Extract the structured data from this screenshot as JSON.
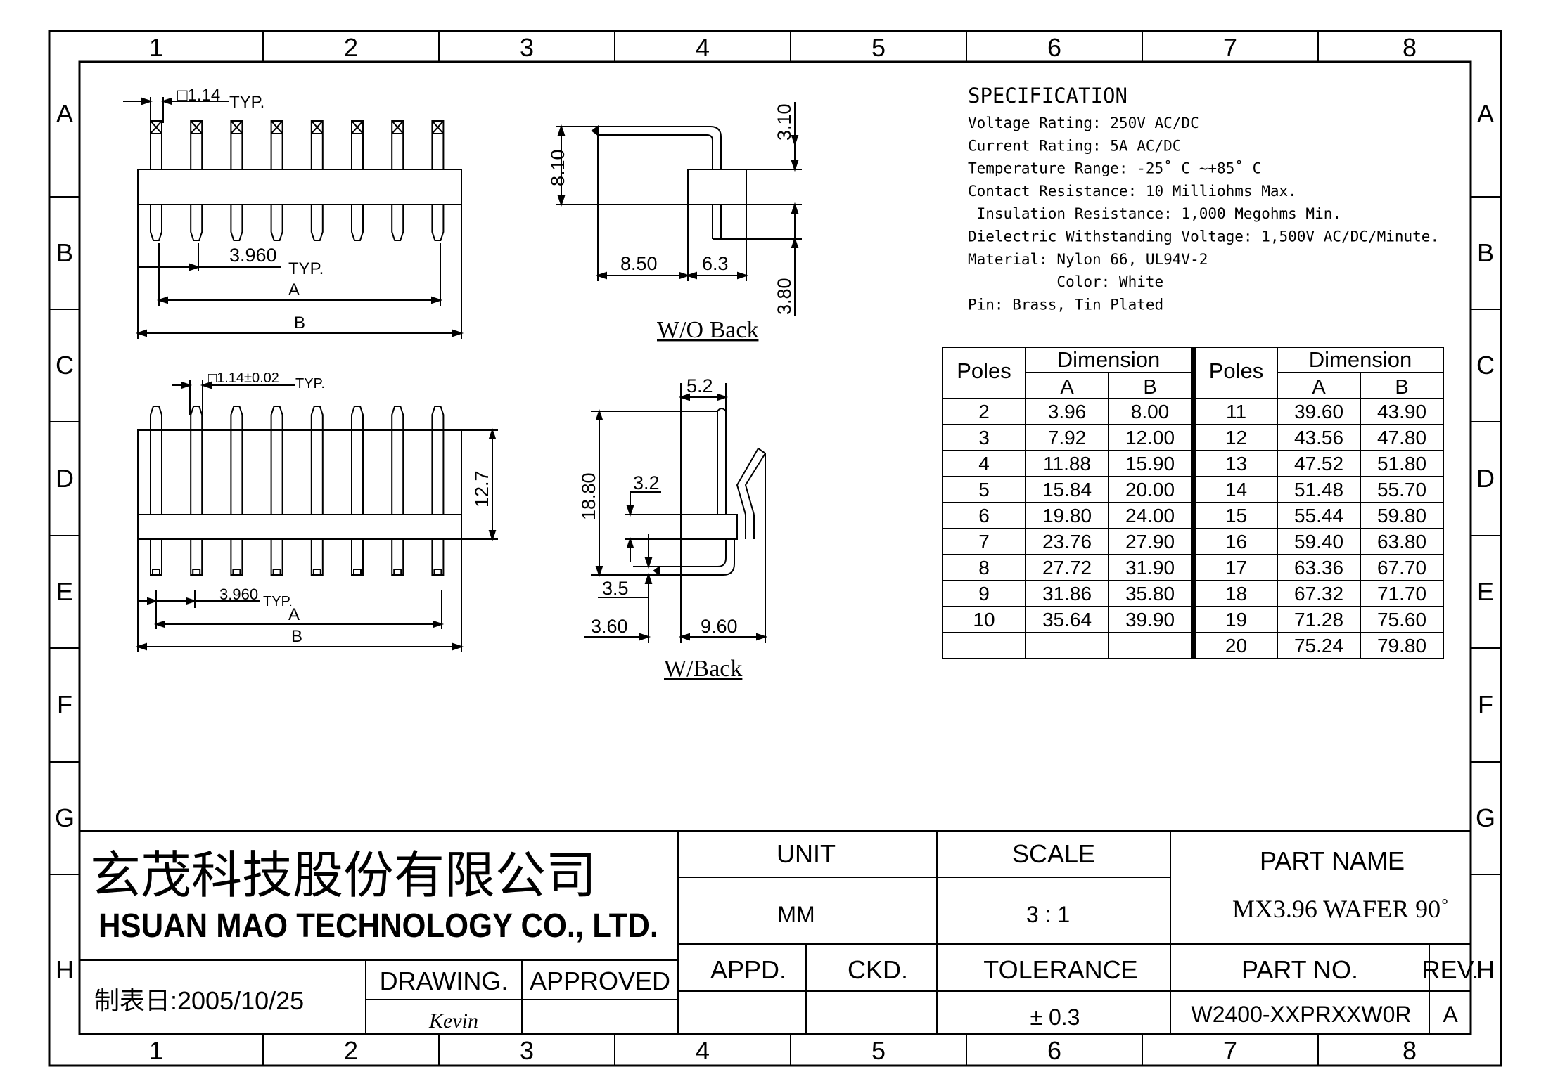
{
  "grid": {
    "columns": [
      "1",
      "2",
      "3",
      "4",
      "5",
      "6",
      "7",
      "8"
    ],
    "rows": [
      "A",
      "B",
      "C",
      "D",
      "E",
      "F",
      "G",
      "H"
    ]
  },
  "views": {
    "front_top": {
      "pin_square": "□1.14",
      "pin_square_typ": "TYP.",
      "pitch": "3.960",
      "pitch_typ": "TYP.",
      "dim_a": "A",
      "dim_b": "B"
    },
    "side_top": {
      "height": "8.10",
      "top": "3.10",
      "bottom": "3.80",
      "length": "8.50",
      "width": "6.3",
      "caption": "W/O Back"
    },
    "front_bottom": {
      "pin_square": "□1.14±0.02",
      "pin_square_typ": "TYP.",
      "height": "12.7",
      "pitch": "3.960",
      "pitch_typ": "TYP.",
      "dim_a": "A",
      "dim_b": "B"
    },
    "side_bottom": {
      "top_width": "5.2",
      "height": "18.80",
      "mid": "3.2",
      "low": "3.5",
      "left": "3.60",
      "right": "9.60",
      "caption": "W/Back"
    }
  },
  "specification": {
    "title": "SPECIFICATION",
    "lines": [
      "Voltage Rating: 250V AC/DC",
      "Current Rating: 5A AC/DC",
      "Temperature Range: -25˚ C ~+85˚ C",
      "Contact Resistance: 10 Milliohms Max.",
      " Insulation Resistance: 1,000 Megohms Min.",
      "Dielectric Withstanding Voltage: 1,500V AC/DC/Minute.",
      "Material: Nylon 66, UL94V-2",
      "          Color: White",
      "Pin: Brass, Tin Plated"
    ]
  },
  "dimension_table": {
    "poles_header": "Poles",
    "dimension_header": "Dimension",
    "col_a": "A",
    "col_b": "B",
    "left_rows": [
      [
        "2",
        "3.96",
        "8.00"
      ],
      [
        "3",
        "7.92",
        "12.00"
      ],
      [
        "4",
        "11.88",
        "15.90"
      ],
      [
        "5",
        "15.84",
        "20.00"
      ],
      [
        "6",
        "19.80",
        "24.00"
      ],
      [
        "7",
        "23.76",
        "27.90"
      ],
      [
        "8",
        "27.72",
        "31.90"
      ],
      [
        "9",
        "31.86",
        "35.80"
      ],
      [
        "10",
        "35.64",
        "39.90"
      ],
      [
        "",
        "",
        ""
      ]
    ],
    "right_rows": [
      [
        "11",
        "39.60",
        "43.90"
      ],
      [
        "12",
        "43.56",
        "47.80"
      ],
      [
        "13",
        "47.52",
        "51.80"
      ],
      [
        "14",
        "51.48",
        "55.70"
      ],
      [
        "15",
        "55.44",
        "59.80"
      ],
      [
        "16",
        "59.40",
        "63.80"
      ],
      [
        "17",
        "63.36",
        "67.70"
      ],
      [
        "18",
        "67.32",
        "71.70"
      ],
      [
        "19",
        "71.28",
        "75.60"
      ],
      [
        "20",
        "75.24",
        "79.80"
      ]
    ]
  },
  "title_block": {
    "company_cn": "玄茂科技股份有限公司",
    "company_en": "HSUAN MAO TECHNOLOGY CO., LTD.",
    "date_label": "制表日:2005/10/25",
    "drawing_label": "DRAWING.",
    "approved_label": "APPROVED",
    "drawing_signature": "Kevin",
    "unit_label": "UNIT",
    "unit_value": "MM",
    "scale_label": "SCALE",
    "scale_value": "3 : 1",
    "part_name_label": "PART NAME",
    "part_name_value": "MX3.96 WAFER 90˚",
    "appd_label": "APPD.",
    "ckd_label": "CKD.",
    "tolerance_label": "TOLERANCE",
    "tolerance_value": "± 0.3",
    "part_no_label": "PART NO.",
    "part_no_value": "W2400-XXPRXXW0R",
    "rev_label": "REV.",
    "rev_value": "A"
  }
}
